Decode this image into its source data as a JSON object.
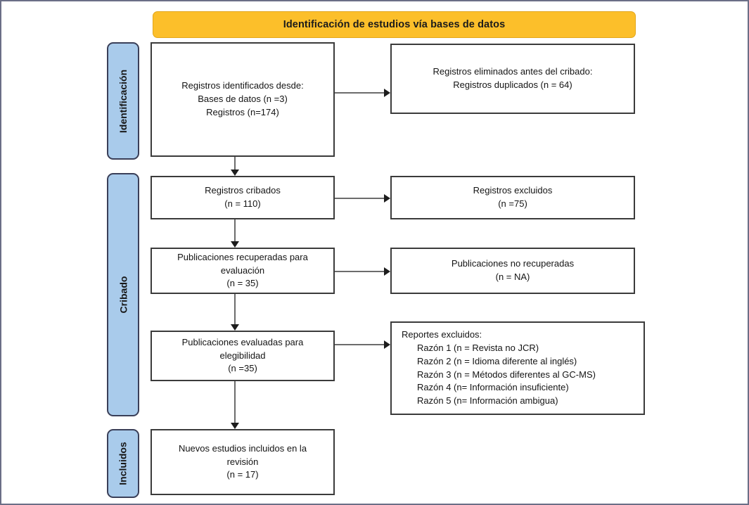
{
  "figure": {
    "type": "prisma-flow-diagram",
    "banner_title": "Identificación de estudios vía bases de datos"
  },
  "phases": [
    {
      "id": "identificacion",
      "label": "Identificación"
    },
    {
      "id": "cribado",
      "label": "Cribado"
    },
    {
      "id": "incluidos",
      "label": "Incluidos"
    }
  ],
  "boxes": {
    "identified": {
      "lines": [
        "Registros identificados desde:",
        "Bases de datos (n =3)",
        "Registros (n=174)"
      ]
    },
    "duplicates": {
      "lines": [
        "Registros eliminados antes del cribado:",
        "Registros duplicados (n = 64)"
      ]
    },
    "screened": {
      "lines": [
        "Registros cribados",
        "(n = 110)"
      ]
    },
    "excluded": {
      "lines": [
        "Registros excluidos",
        "(n =75)"
      ]
    },
    "retrieved": {
      "lines": [
        "Publicaciones recuperadas para",
        "evaluación",
        "(n = 35)"
      ]
    },
    "not_retrieved": {
      "lines": [
        "Publicaciones no recuperadas",
        "(n = NA)"
      ]
    },
    "eligibility": {
      "lines": [
        "Publicaciones evaluadas para",
        "elegibilidad",
        "(n =35)"
      ]
    },
    "reasons": {
      "heading": "Reportes excluidos:",
      "items": [
        "Razón 1 (n = Revista no JCR)",
        "Razón 2 (n = Idioma diferente al inglés)",
        "Razón 3 (n = Métodos diferentes al GC-MS)",
        "Razón 4 (n= Información insuficiente)",
        "Razón 5 (n= Información ambigua)"
      ]
    },
    "included": {
      "lines": [
        "Nuevos estudios incluidos en la",
        "revisión",
        "(n = 17)"
      ]
    }
  },
  "colors": {
    "banner_fill": "#fcbf2a",
    "phase_fill": "#a9cbeb",
    "phase_border": "#3a3f58",
    "box_border": "#3b3b3b",
    "connector": "#6c6c6c",
    "frame_border": "#6b6f86"
  }
}
